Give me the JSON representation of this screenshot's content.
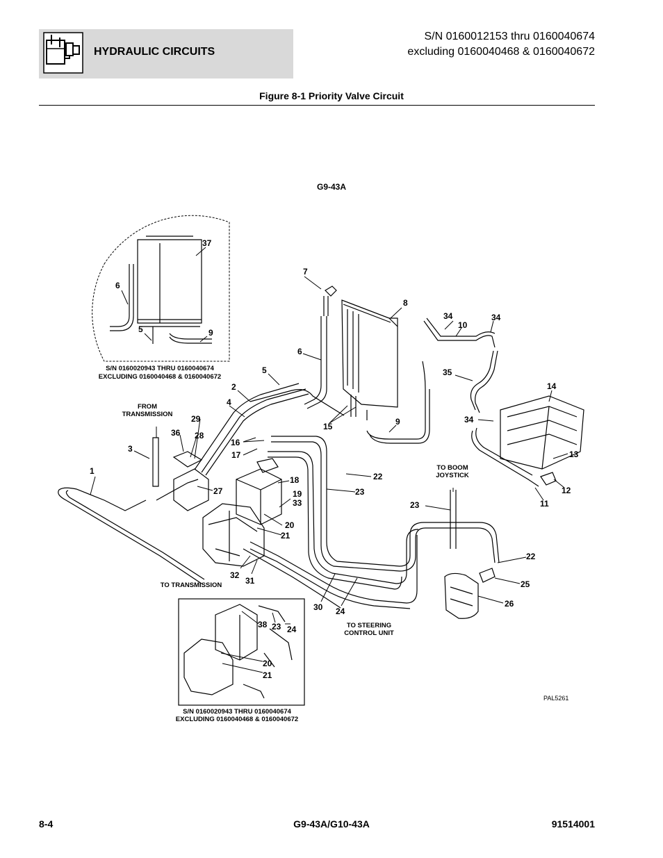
{
  "header": {
    "section_title": "HYDRAULIC CIRCUITS",
    "serial_line_1": "S/N 0160012153 thru 0160040674",
    "serial_line_2": "excluding 0160040468 & 0160040672",
    "icon": "hydraulic-circuit-icon"
  },
  "figure": {
    "title": "Figure 8-1 Priority Valve Circuit",
    "model": "G9-43A",
    "reference": "PAL5261"
  },
  "notes": {
    "inset_top_line1": "S/N 0160020943 THRU 0160040674",
    "inset_top_line2": "EXCLUDING 0160040468 & 0160040672",
    "inset_bottom_line1": "S/N 0160020943 THRU 0160040674",
    "inset_bottom_line2": "EXCLUDING 0160040468 & 0160040672",
    "from_transmission_line1": "FROM",
    "from_transmission_line2": "TRANSMISSION",
    "to_transmission": "TO TRANSMISSION",
    "to_boom_line1": "TO BOOM",
    "to_boom_line2": "JOYSTICK",
    "to_steering_line1": "TO STEERING",
    "to_steering_line2": "CONTROL UNIT"
  },
  "callouts": {
    "c1": "1",
    "c2": "2",
    "c3": "3",
    "c4": "4",
    "c5a": "5",
    "c5b": "5",
    "c6a": "6",
    "c6b": "6",
    "c7": "7",
    "c8": "8",
    "c9a": "9",
    "c9b": "9",
    "c10": "10",
    "c11": "11",
    "c12": "12",
    "c13": "13",
    "c14": "14",
    "c15": "15",
    "c16": "16",
    "c17": "17",
    "c18": "18",
    "c19": "19",
    "c33": "33",
    "c20a": "20",
    "c21a": "21",
    "c20b": "20",
    "c21b": "21",
    "c22a": "22",
    "c22b": "22",
    "c23a": "23",
    "c23b": "23",
    "c23c": "23",
    "c24a": "24",
    "c24b": "24",
    "c25": "25",
    "c26": "26",
    "c27": "27",
    "c28": "28",
    "c29": "29",
    "c30": "30",
    "c31": "31",
    "c32": "32",
    "c34a": "34",
    "c34b": "34",
    "c34c": "34",
    "c35": "35",
    "c36": "36",
    "c37": "37",
    "c38": "38"
  },
  "footer": {
    "page_number": "8-4",
    "model": "G9-43A/G10-43A",
    "doc_number": "91514001"
  }
}
